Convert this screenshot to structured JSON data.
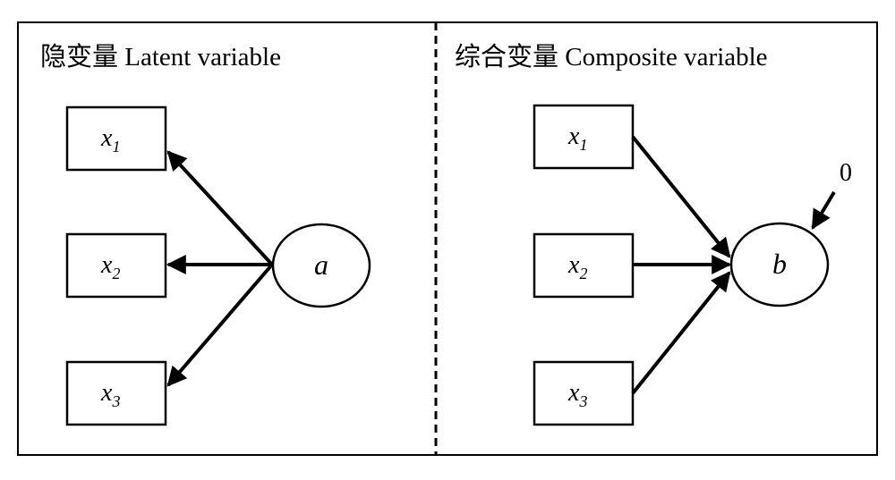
{
  "left_panel": {
    "title": "隐变量 Latent variable",
    "node_label": "a",
    "indicators": [
      {
        "base": "x",
        "sub": "1"
      },
      {
        "base": "x",
        "sub": "2"
      },
      {
        "base": "x",
        "sub": "3"
      }
    ]
  },
  "right_panel": {
    "title": "综合变量 Composite variable",
    "node_label": "b",
    "error_label": "0",
    "indicators": [
      {
        "base": "x",
        "sub": "1"
      },
      {
        "base": "x",
        "sub": "2"
      },
      {
        "base": "x",
        "sub": "3"
      }
    ]
  }
}
